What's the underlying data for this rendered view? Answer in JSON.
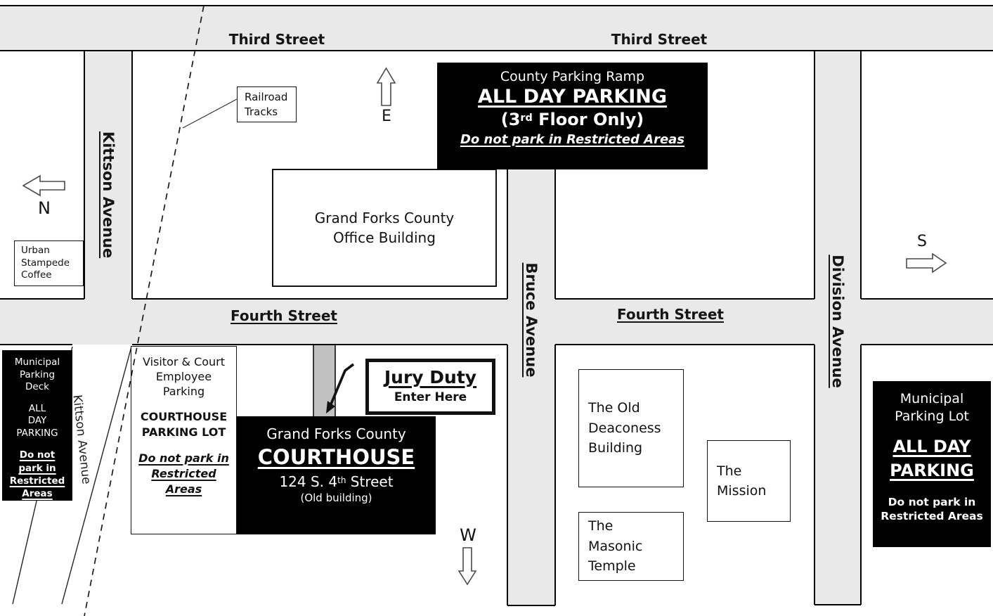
{
  "colors": {
    "street_gray": "#e9e9e9",
    "driveway_gray": "#c1c1c1",
    "sign_bg": "#000000",
    "sign_fg": "#ffffff"
  },
  "streets": {
    "third_left": "Third Street",
    "third_right": "Third Street",
    "fourth_left": "Fourth Street",
    "fourth_right": "Fourth Street",
    "kittson_north": "Kittson Avenue",
    "kittson_south": "Kittson Avenue",
    "bruce": "Bruce Avenue",
    "division": "Division Avenue"
  },
  "compass": {
    "north": "N",
    "east": "E",
    "south": "S",
    "west": "W"
  },
  "railroad": {
    "label": "Railroad\nTracks"
  },
  "buildings": {
    "urban_stampede": "Urban\nStampede\nCoffee",
    "county_office": "Grand Forks County\nOffice Building",
    "old_deaconess": "The Old\nDeaconess\nBuilding",
    "mission": "The\nMission",
    "masonic_temple": "The\nMasonic\nTemple"
  },
  "signs": {
    "county_ramp": {
      "title": "County Parking Ramp",
      "all_day": "ALL DAY PARKING",
      "floor_pre": "(3",
      "floor_sup": "rd",
      "floor_post": " Floor Only)",
      "warning": "Do not park in Restricted Areas"
    },
    "municipal_deck": {
      "title": "Municipal\nParking\nDeck",
      "all_day": "ALL\nDAY\nPARKING",
      "warning": "Do not\npark in\nRestricted\nAreas"
    },
    "municipal_lot": {
      "title": "Municipal\nParking Lot",
      "all_day": "ALL DAY\nPARKING",
      "warning": "Do not park in\nRestricted Areas"
    },
    "visitor_lot": {
      "title": "Visitor & Court\nEmployee\nParking",
      "subtitle": "COURTHOUSE\nPARKING LOT",
      "warning": "Do not park in\nRestricted\nAreas"
    },
    "courthouse": {
      "title": "Grand Forks County",
      "name": "COURTHOUSE",
      "addr_pre": "124 S. 4",
      "addr_sup": "th",
      "addr_post": " Street",
      "note": "(Old building)"
    },
    "jury": {
      "title": "Jury Duty",
      "subtitle": "Enter Here"
    }
  }
}
